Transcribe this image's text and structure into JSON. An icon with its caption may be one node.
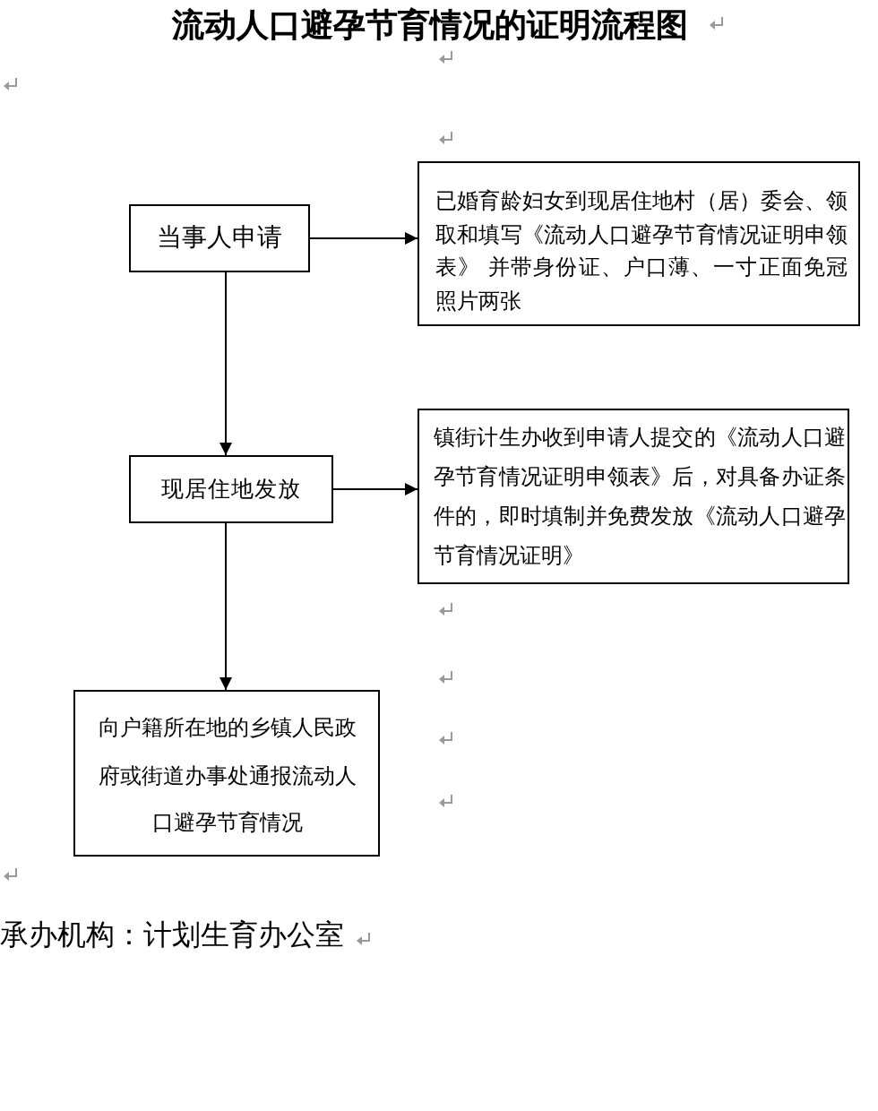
{
  "diagram": {
    "title": "流动人口避孕节育情况的证明流程图",
    "nodes": [
      {
        "text": [
          "当事人申请"
        ]
      },
      {
        "text": [
          "已婚育龄妇女到现居住地村（居）委会、领取和填写《流动人口避孕节育情况证明申领表》 并带身份证、户口薄、一寸正面免冠照片两张"
        ]
      },
      {
        "text": [
          "现居住地发放"
        ]
      },
      {
        "text": [
          "镇街计生办收到申请人提交的《流动人口避孕节育情况证明申领表》后，对具备办证条件的，即时填制并免费发放《流动人口避孕节育情况证明》"
        ]
      },
      {
        "text": [
          "向户籍所在地的乡镇人民政府或街道办事处通报流动人口避孕节育情况"
        ]
      }
    ],
    "edges": [
      {
        "from": 0,
        "to": 1,
        "arrow": "to"
      },
      {
        "from": 0,
        "to": 2,
        "arrow": "to"
      },
      {
        "from": 2,
        "to": 3,
        "arrow": "to"
      },
      {
        "from": 2,
        "to": 4,
        "arrow": "to"
      }
    ],
    "labels": [
      "承办机构：计划生育办公室"
    ]
  }
}
